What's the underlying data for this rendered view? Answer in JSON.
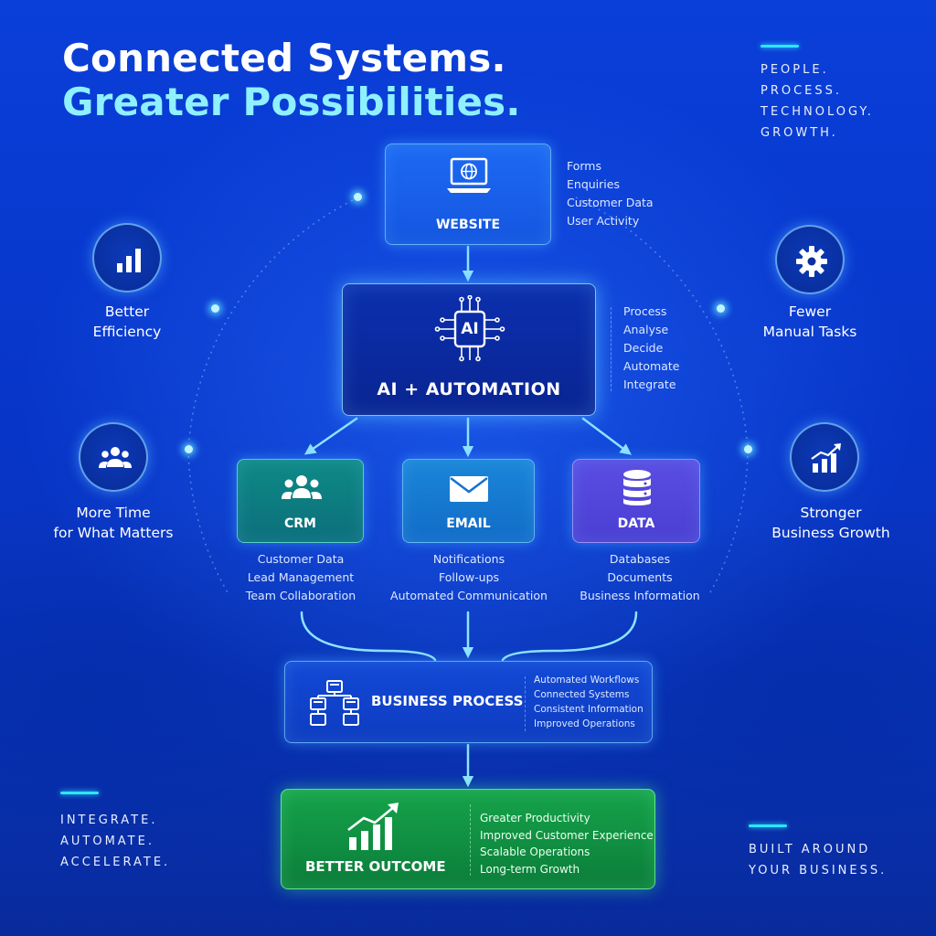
{
  "headline": {
    "line1": "Connected Systems.",
    "line2": "Greater Possibilities."
  },
  "corner_tags": {
    "top_right": [
      "PEOPLE.",
      "PROCESS.",
      "TECHNOLOGY.",
      "GROWTH."
    ],
    "bottom_left": [
      "INTEGRATE.",
      "AUTOMATE.",
      "ACCELERATE."
    ],
    "bottom_right": [
      "BUILT AROUND",
      "YOUR BUSINESS."
    ]
  },
  "nodes": {
    "website": {
      "label": "WEBSITE",
      "icon": "laptop-globe-icon",
      "details": [
        "Forms",
        "Enquiries",
        "Customer Data",
        "User Activity"
      ]
    },
    "ai": {
      "label": "AI + AUTOMATION",
      "chip_text": "AI",
      "icon": "ai-chip-icon",
      "details": [
        "Process",
        "Analyse",
        "Decide",
        "Automate",
        "Integrate"
      ]
    },
    "crm": {
      "label": "CRM",
      "icon": "people-icon",
      "details": [
        "Customer Data",
        "Lead Management",
        "Team Collaboration"
      ]
    },
    "email": {
      "label": "EMAIL",
      "icon": "envelope-icon",
      "details": [
        "Notifications",
        "Follow-ups",
        "Automated Communication"
      ]
    },
    "data": {
      "label": "DATA",
      "icon": "database-icon",
      "details": [
        "Databases",
        "Documents",
        "Business Information"
      ]
    },
    "business_process": {
      "label": "BUSINESS PROCESS",
      "icon": "flowchart-icon",
      "details": [
        "Automated Workflows",
        "Connected Systems",
        "Consistent Information",
        "Improved Operations"
      ]
    },
    "better_outcome": {
      "label": "BETTER OUTCOME",
      "icon": "growth-chart-icon",
      "details": [
        "Greater Productivity",
        "Improved Customer Experience",
        "Scalable Operations",
        "Long-term Growth"
      ]
    }
  },
  "benefits": {
    "efficiency": {
      "icon": "bar-chart-icon",
      "lines": [
        "Better",
        "Efficiency"
      ]
    },
    "manual": {
      "icon": "gear-icon",
      "lines": [
        "Fewer",
        "Manual Tasks"
      ]
    },
    "time": {
      "icon": "team-icon",
      "lines": [
        "More Time",
        "for What Matters"
      ]
    },
    "growth": {
      "icon": "trend-chart-icon",
      "lines": [
        "Stronger",
        "Business Growth"
      ]
    }
  },
  "colors": {
    "accent_cyan": "#2ee6ff",
    "headline_cyan": "#8ff0ff",
    "crm_teal": "#0e8a86",
    "email_blue": "#1a86d8",
    "data_purple": "#5a4de3",
    "outcome_green": "#16a34a"
  }
}
